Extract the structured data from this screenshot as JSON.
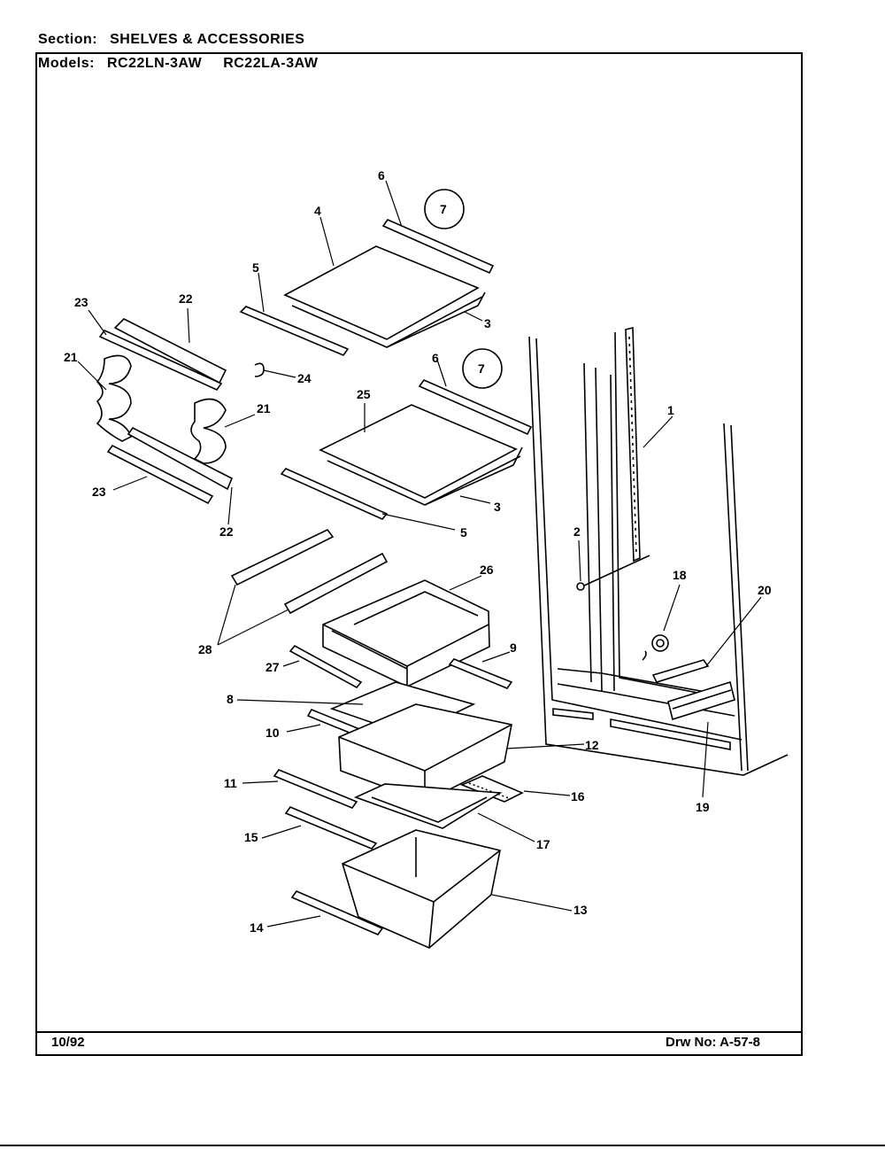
{
  "header": {
    "section_label": "Section:",
    "section_value": "SHELVES & ACCESSORIES",
    "models_label": "Models:",
    "models": [
      "RC22LN-3AW",
      "RC22LA-3AW"
    ]
  },
  "footer": {
    "date": "10/92",
    "drawing_no": "Drw No: A-57-8"
  },
  "callouts": [
    "1",
    "2",
    "3",
    "3",
    "4",
    "5",
    "5",
    "6",
    "6",
    "7",
    "7",
    "8",
    "9",
    "10",
    "11",
    "12",
    "13",
    "14",
    "15",
    "16",
    "17",
    "18",
    "19",
    "20",
    "21",
    "21",
    "22",
    "22",
    "23",
    "23",
    "24",
    "25",
    "26",
    "27",
    "28"
  ]
}
